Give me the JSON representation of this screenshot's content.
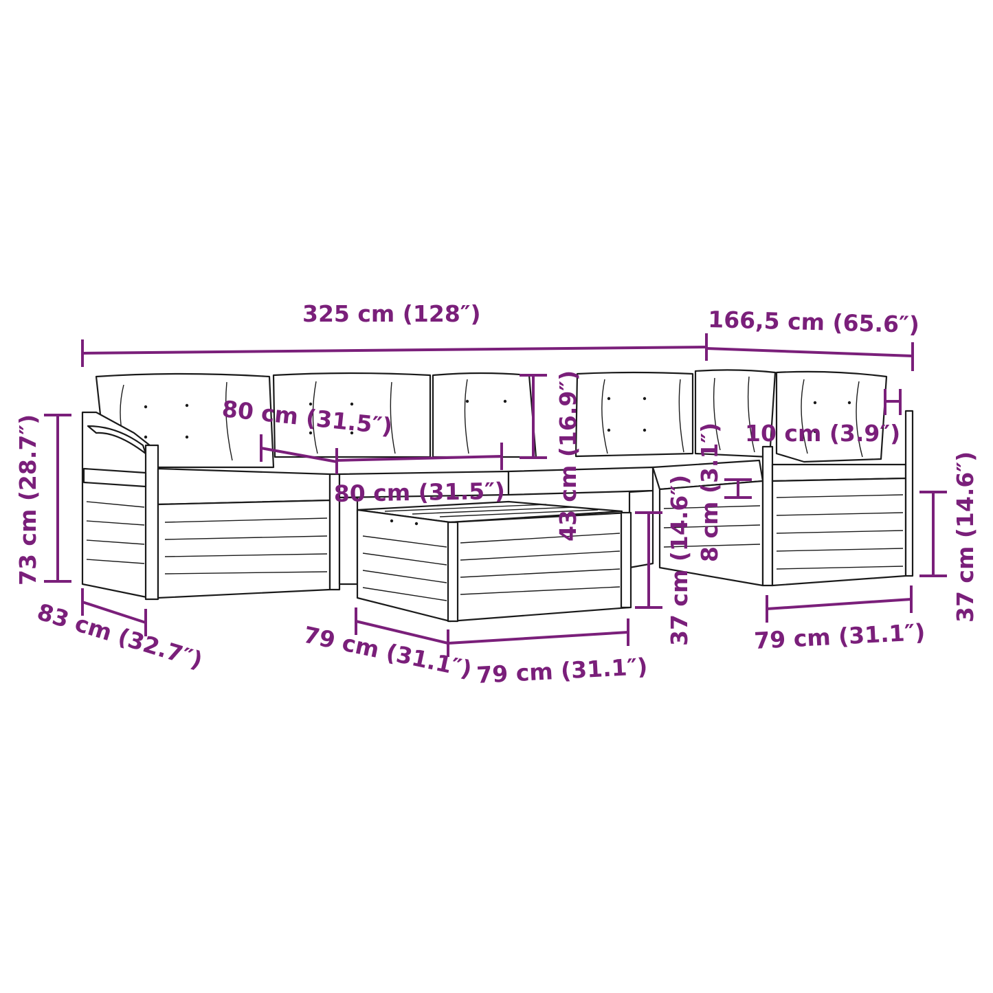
{
  "product": {
    "description_icon": "outdoor-sofa-set-line-drawing",
    "accent_color": "#7a1f7a",
    "line_color": "#1a1a1a"
  },
  "dimensions": {
    "total_width": "325 cm (128″)",
    "corner_width": "166,5 cm (65.6″)",
    "sofa_height": "73 cm (28.7″)",
    "sofa_depth": "83 cm (32.7″)",
    "seat_width": "80 cm (31.5″)",
    "seat_depth": "80 cm (31.5″)",
    "backrest_height": "43 cm (16.9″)",
    "seat_height_center": "37 cm (14.6″)",
    "cushion_thickness": "8 cm (3.1″)",
    "armrest_width": "10 cm (3.9″)",
    "seat_height_right": "37 cm (14.6″)",
    "ottoman_width_right": "79 cm (31.1″)",
    "table_depth": "79 cm (31.1″)",
    "table_width": "79 cm (31.1″)"
  }
}
